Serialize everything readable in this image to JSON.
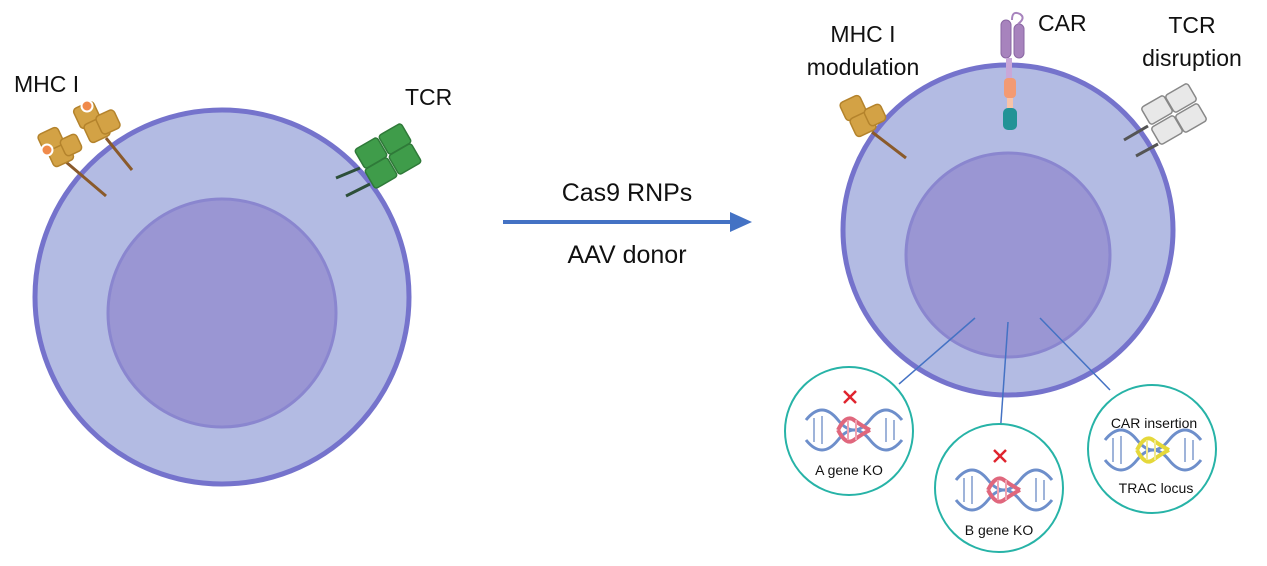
{
  "colors": {
    "cell_membrane": "#7573cc",
    "cytoplasm": "#b3bbe3",
    "nucleus_fill": "#9a96d3",
    "nucleus_border": "#8a86cf",
    "arrow": "#4472c4",
    "mhc_gold": "#d3a245",
    "mhc_dot": "#f08a4b",
    "tcr_green": "#3f9c4a",
    "car_purple": "#a783bd",
    "car_orange": "#f39a73",
    "car_teal": "#229396",
    "tcr_disrupted_gray": "#e8e8e8",
    "callout_line": "#4472c4",
    "callout_border": "#27b3a7",
    "dna_blue": "#6e8fcb",
    "dna_pink": "#e0677d",
    "dna_yellow": "#e5d83a",
    "ko_cross": "#e0242e"
  },
  "left_cell": {
    "mhc_label": "MHC I",
    "tcr_label": "TCR"
  },
  "process": {
    "top_label": "Cas9 RNPs",
    "bottom_label": "AAV donor"
  },
  "right_cell": {
    "mhc_label_line1": "MHC I",
    "mhc_label_line2": "modulation",
    "car_label": "CAR",
    "tcr_label_line1": "TCR",
    "tcr_label_line2": "disruption"
  },
  "callouts": {
    "a": {
      "label": "A gene KO",
      "icon": "dna-knockout-icon"
    },
    "b": {
      "label": "B gene KO",
      "icon": "dna-knockout-icon"
    },
    "car": {
      "label_top": "CAR insertion",
      "label_bottom": "TRAC locus",
      "icon": "dna-insertion-icon"
    }
  }
}
